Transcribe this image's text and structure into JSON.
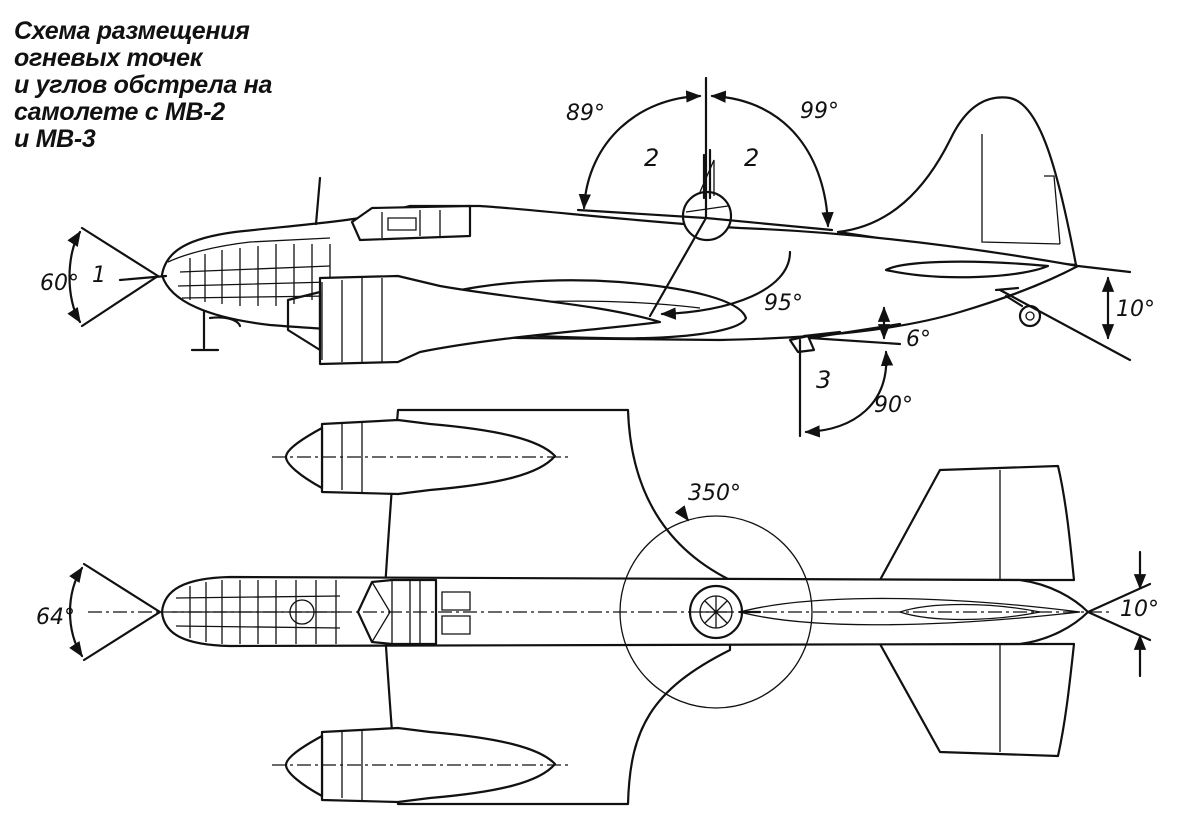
{
  "title_lines": [
    "Схема размещения",
    "огневых точек",
    "и углов обстрела на",
    "самолете с МВ-2",
    "и МВ-3"
  ],
  "side_view": {
    "angle_nose": "60°",
    "angle_upper_front": "89°",
    "angle_upper_rear": "99°",
    "angle_dorsal_down": "95°",
    "angle_tail": "10°",
    "angle_ventral_up": "6°",
    "angle_ventral_down": "90°",
    "position_nose": "1",
    "position_dorsal_front": "2",
    "position_dorsal_rear": "2",
    "position_ventral": "3"
  },
  "top_view": {
    "angle_nose": "64°",
    "angle_turret": "350°",
    "angle_tail": "10°"
  }
}
